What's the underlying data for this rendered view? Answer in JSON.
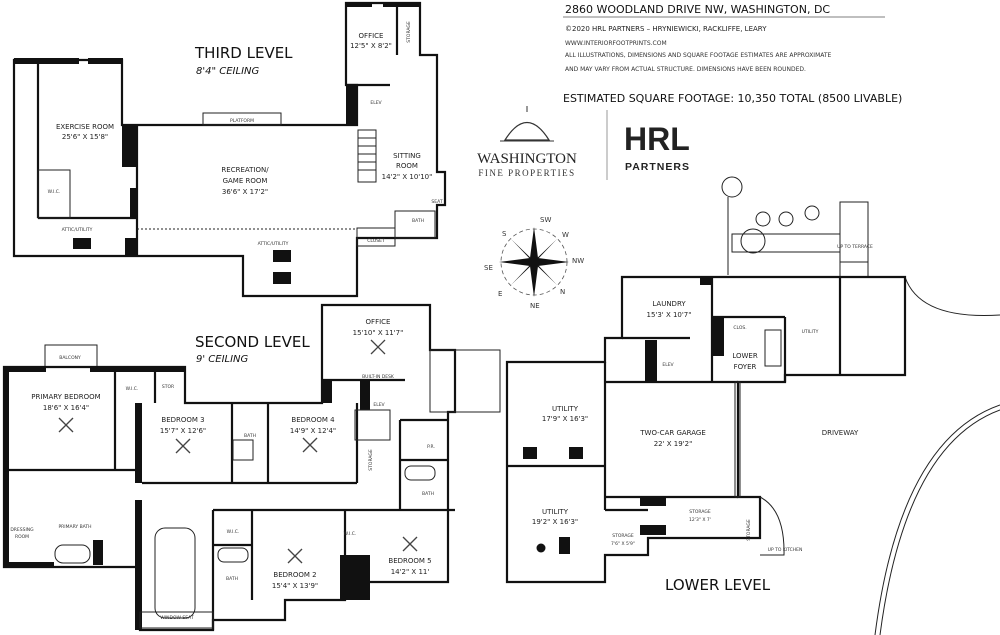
{
  "header": {
    "address": "2860 WOODLAND DRIVE NW, WASHINGTON, DC",
    "copyright": "©2020 HRL PARTNERS – HRYNIEWICKI, RACKLIFFE, LEARY",
    "website": "WWW.INTERIORFOOTPRINTS.COM",
    "disclaimer_1": "ALL ILLUSTRATIONS, DIMENSIONS AND SQUARE FOOTAGE ESTIMATES ARE APPROXIMATE",
    "disclaimer_2": "AND MAY VARY FROM ACTUAL STRUCTURE. DIMENSIONS HAVE BEEN ROUNDED.",
    "square_footage": "ESTIMATED SQUARE FOOTAGE: 10,350 TOTAL (8500 LIVABLE)"
  },
  "logos": {
    "washington_1": "WASHINGTON",
    "washington_2": "FINE PROPERTIES",
    "hrl_1": "HRL",
    "hrl_2": "PARTNERS"
  },
  "compass": [
    "SW",
    "W",
    "NW",
    "N",
    "NE",
    "E",
    "SE",
    "S"
  ],
  "third_level": {
    "title": "THIRD LEVEL",
    "ceiling": "8'4\" CEILING",
    "exercise": {
      "name": "EXERCISE ROOM",
      "dims": "25'6\" X 15'8\""
    },
    "wic": "W.I.C.",
    "recreation": {
      "name_1": "RECREATION/",
      "name_2": "GAME ROOM",
      "dims": "36'6\" X 17'2\""
    },
    "platform": "PLATFORM",
    "attic_1": "ATTIC/UTILITY",
    "attic_2": "ATTIC/UTILITY",
    "office": {
      "name": "OFFICE",
      "dims": "12'5\" X 8'2\""
    },
    "storage": "STORAGE",
    "elev": "ELEV",
    "sitting": {
      "name_1": "SITTING",
      "name_2": "ROOM",
      "dims": "14'2\" X 10'10\""
    },
    "seat": "SEAT",
    "bath": "BATH",
    "closet": "CLOSET"
  },
  "second_level": {
    "title": "SECOND LEVEL",
    "ceiling": "9' CEILING",
    "balcony": "BALCONY",
    "primary_bedroom": {
      "name": "PRIMARY BEDROOM",
      "dims": "18'6\" X 16'4\""
    },
    "wic_1": "W.I.C.",
    "stor": "STOR",
    "bedroom_3": {
      "name": "BEDROOM 3",
      "dims": "15'7\" X 12'6\""
    },
    "bath_1": "BATH",
    "bedroom_4": {
      "name": "BEDROOM 4",
      "dims": "14'9\" X 12'4\""
    },
    "office": {
      "name": "OFFICE",
      "dims": "15'10\" X 11'7\""
    },
    "built_in_desk": "BUILT-IN DESK",
    "elev": "ELEV",
    "storage": "STORAGE",
    "pr": "P.R.",
    "bath_2": "BATH",
    "dressing_room": {
      "name_1": "DRESSING",
      "name_2": "ROOM"
    },
    "primary_bath": "PRIMARY BATH",
    "wic_2": "W.I.C.",
    "bath_3": "BATH",
    "bedroom_2": {
      "name": "BEDROOM 2",
      "dims": "15'4\" X 13'9\""
    },
    "wic_3": "W.I.C.",
    "bedroom_5": {
      "name": "BEDROOM 5",
      "dims": "14'2\" X 11'"
    },
    "window_seat": "WINDOW SEAT"
  },
  "lower_level": {
    "title": "LOWER LEVEL",
    "laundry": {
      "name": "LAUNDRY",
      "dims": "15'3' X 10'7\""
    },
    "utility_right": "UTILITY",
    "clos": "CLOS.",
    "lower_foyer": {
      "name_1": "LOWER",
      "name_2": "FOYER"
    },
    "elev": "ELEV",
    "utility_1": {
      "name": "UTILITY",
      "dims": "17'9\" X 16'3\""
    },
    "garage": {
      "name": "TWO-CAR GARAGE",
      "dims": "22' X 19'2\""
    },
    "driveway": "DRIVEWAY",
    "utility_2": {
      "name": "UTILITY",
      "dims": "19'2\" X 16'3\""
    },
    "storage_1": {
      "name": "STORAGE",
      "dims": "12'3\" X 7'"
    },
    "storage_2": {
      "name": "STORAGE",
      "dims": "7'6\" X 5'9\""
    },
    "storage_3": "STORAGE",
    "up_to_terrace": "UP TO TERRACE",
    "up_to_kitchen": "UP TO KITCHEN"
  }
}
